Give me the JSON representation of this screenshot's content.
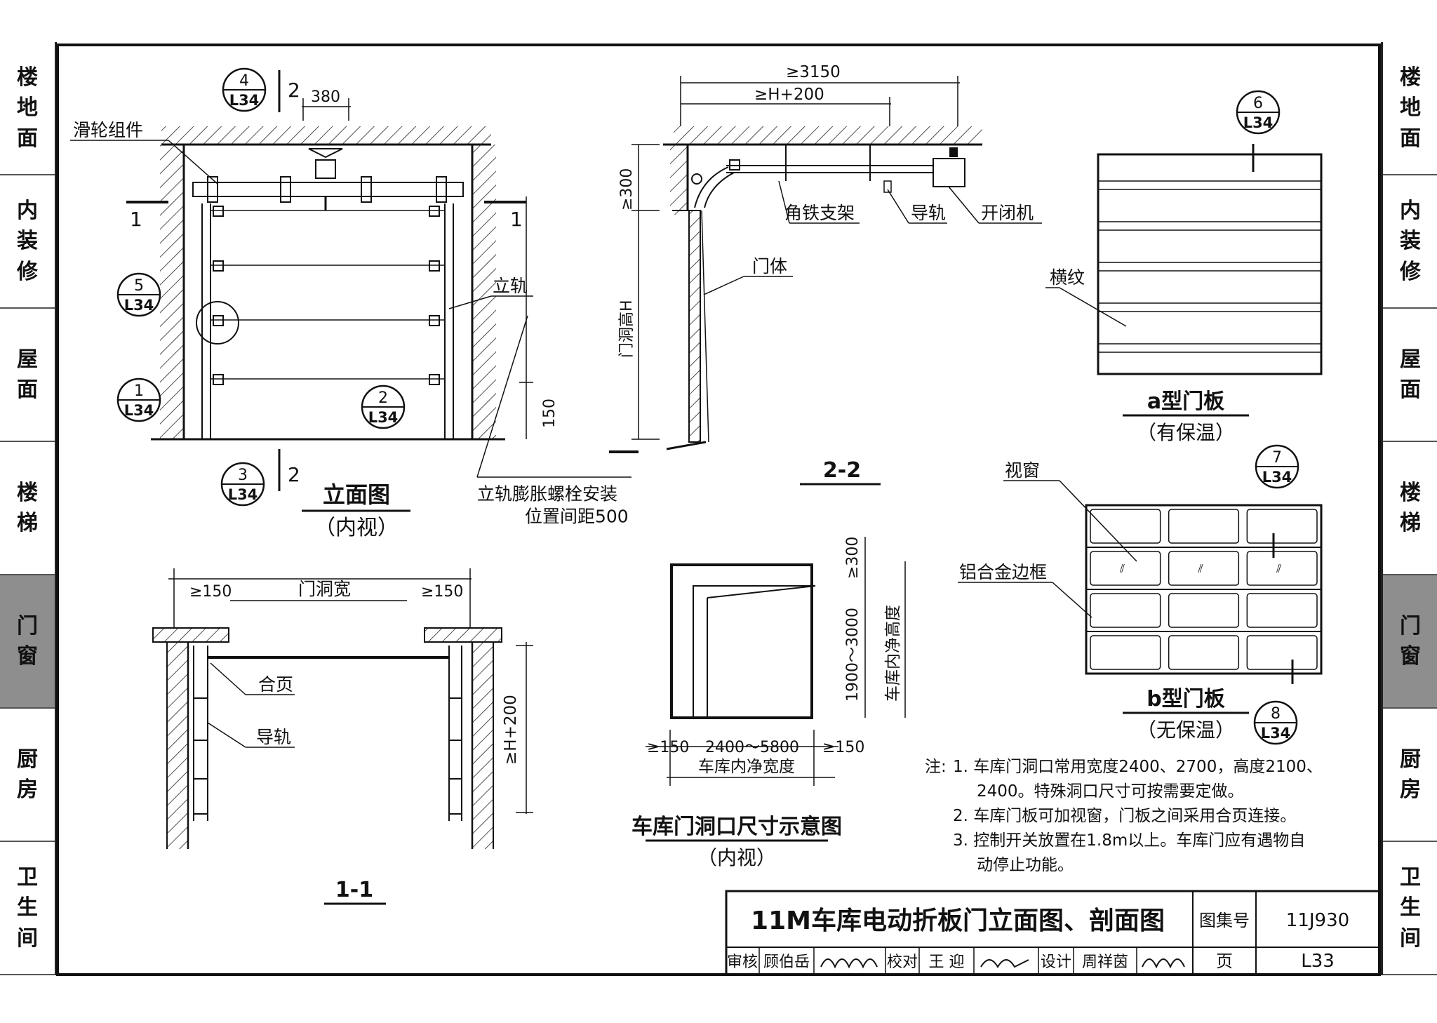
{
  "side_tabs": [
    {
      "label": "楼地面",
      "active": false
    },
    {
      "label": "内装修",
      "active": false
    },
    {
      "label": "屋面",
      "active": false
    },
    {
      "label": "楼梯",
      "active": false
    },
    {
      "label": "门窗",
      "active": true
    },
    {
      "label": "厨房",
      "active": false
    },
    {
      "label": "卫生间",
      "active": false
    }
  ],
  "elevation": {
    "title": "立面图",
    "subtitle": "（内视）",
    "pulley": "滑轮组件",
    "rail": "立轨",
    "bolt_note1": "立轨膨胀螺栓安装",
    "bolt_note2": "位置间距500",
    "dim_380": "380",
    "dim_150": "150",
    "cut1": "1",
    "cut2": "2"
  },
  "callouts": [
    {
      "num": "4",
      "ref": "L34"
    },
    {
      "num": "5",
      "ref": "L34"
    },
    {
      "num": "1",
      "ref": "L34"
    },
    {
      "num": "2",
      "ref": "L34"
    },
    {
      "num": "3",
      "ref": "L34"
    },
    {
      "num": "6",
      "ref": "L34"
    },
    {
      "num": "7",
      "ref": "L34"
    },
    {
      "num": "8",
      "ref": "L34"
    }
  ],
  "section22": {
    "title": "2-2",
    "dim_3150": "≥3150",
    "dim_h200": "≥H+200",
    "dim_300": "≥300",
    "opening_h": "门洞高H",
    "angle": "角铁支架",
    "guide": "导轨",
    "opener": "开闭机",
    "door": "门体"
  },
  "panel_a": {
    "title": "a型门板",
    "subtitle": "（有保温）",
    "label": "横纹"
  },
  "panel_b": {
    "title": "b型门板",
    "subtitle": "（无保温）",
    "window": "视窗",
    "frame": "铝合金边框"
  },
  "section11": {
    "title": "1-1",
    "dim_150a": "≥150",
    "dim_150b": "≥150",
    "width": "门洞宽",
    "hinge": "合页",
    "guide": "导轨",
    "dim_h200": "≥H+200"
  },
  "opening": {
    "title": "车库门洞口尺寸示意图",
    "subtitle": "（内视）",
    "dim_150l": "≥150",
    "dim_width": "2400～5800",
    "dim_150r": "≥150",
    "inner_width": "车库内净宽度",
    "dim_300": "≥300",
    "dim_height": "1900～3000",
    "inner_height": "车库内净高度"
  },
  "notes": {
    "prefix": "注:",
    "lines": [
      "1. 车库门洞口常用宽度2400、2700，高度2100、",
      "2400。特殊洞口尺寸可按需要定做。",
      "2. 车库门板可加视窗，门板之间采用合页连接。",
      "3. 控制开关放置在1.8m以上。车库门应有遇物自",
      "动停止功能。"
    ]
  },
  "title_block": {
    "title": "11M车库电动折板门立面图、剖面图",
    "atlas_label": "图集号",
    "atlas_no": "11J930",
    "page_label": "页",
    "page_no": "L33",
    "review": "审核",
    "reviewer": "顾伯岳",
    "check": "校对",
    "checker": "王 迎",
    "design": "设计",
    "designer": "周祥茵"
  }
}
